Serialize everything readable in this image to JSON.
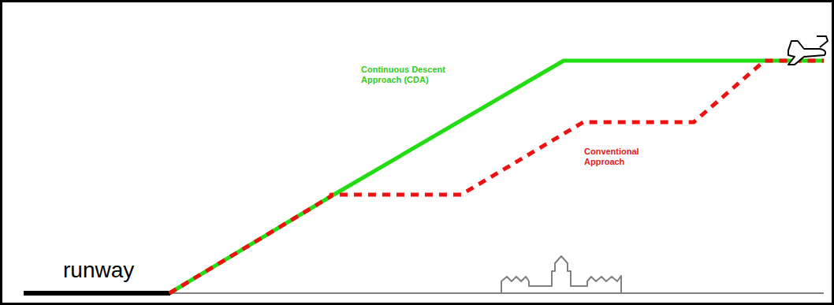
{
  "diagram": {
    "labels": [
      "Continuous Descent Approach (CDA)",
      "Conventional Approach",
      "runway"
    ]
  }
}
